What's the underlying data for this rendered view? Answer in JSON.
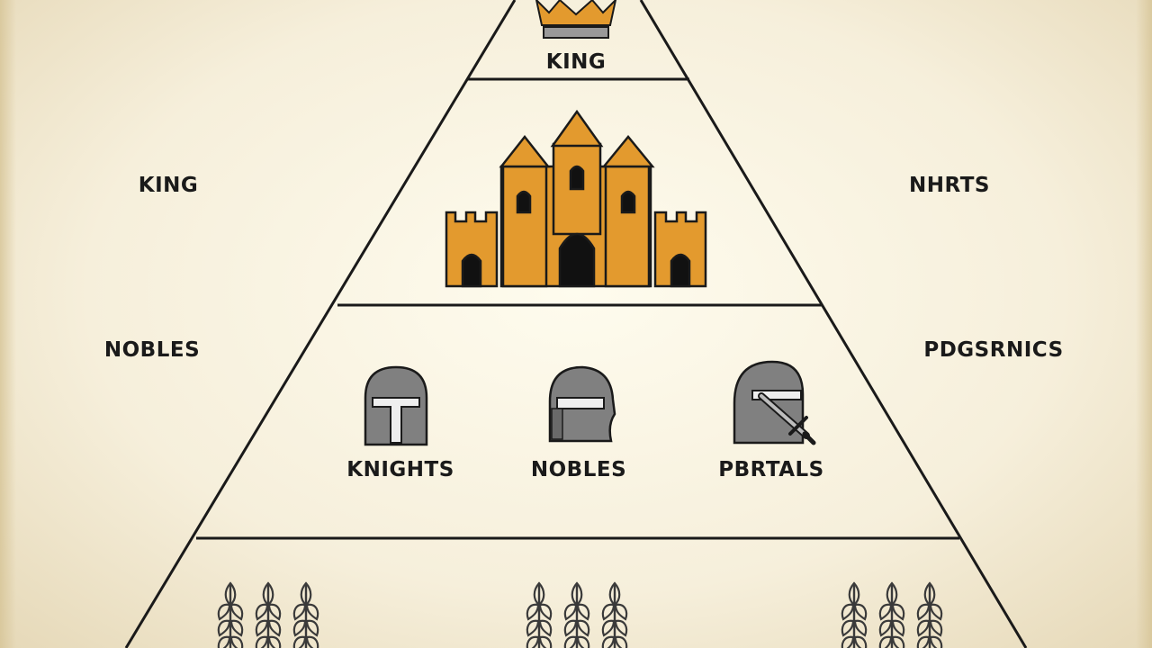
{
  "colors": {
    "paper": "#f6efdb",
    "line": "#1a1a1a",
    "crown": "#e39a2e",
    "castle": "#e39a2e",
    "helmet": "#808080",
    "wheat": "#3a3a3a"
  },
  "pyramid": {
    "tiers": [
      {
        "label": "KING",
        "icon": "crown-icon"
      },
      {
        "label": "",
        "icon": "castle-icon"
      },
      {
        "icon_groups": [
          {
            "label": "KNIGHTS",
            "icon": "helmet-icon"
          },
          {
            "label": "NOBLES",
            "icon": "helmet-icon"
          },
          {
            "label": "PBRTALS",
            "icon": "helmet-sword-icon"
          }
        ]
      },
      {
        "icon_groups": [
          {
            "icon": "wheat-icon"
          },
          {
            "icon": "wheat-icon"
          },
          {
            "icon": "wheat-icon"
          }
        ]
      }
    ]
  },
  "side_labels": {
    "left": [
      "KING",
      "NOBLES"
    ],
    "right": [
      "NHRTS",
      "PDGSRNICS"
    ]
  }
}
